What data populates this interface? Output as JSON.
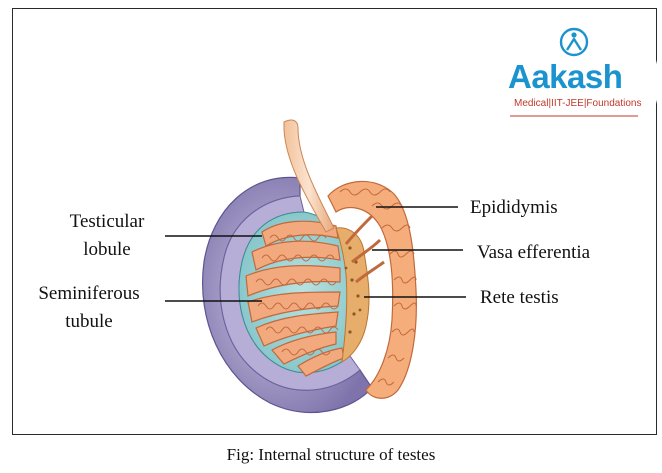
{
  "brand": {
    "name": "Aakash",
    "tagline": "Medical|IIT-JEE|Foundations",
    "accent": "#1a93cf",
    "tagline_color": "#c0392b"
  },
  "labels": {
    "testicular_line1": "Testicular",
    "testicular_line2": "lobule",
    "seminiferous_line1": "Seminiferous",
    "seminiferous_line2": "tubule",
    "epididymis": "Epididymis",
    "vasa_efferentia": "Vasa efferentia",
    "rete_testis": "Rete testis"
  },
  "caption": "Fig: Internal structure of testes",
  "colors": {
    "tunica": "#8f86b8",
    "tunica_light": "#bdb5da",
    "lobule_bg": "#9fd4d6",
    "tubule": "#f2a77c",
    "tubule_edge": "#c56a3e",
    "rete": "#e8b06a"
  }
}
